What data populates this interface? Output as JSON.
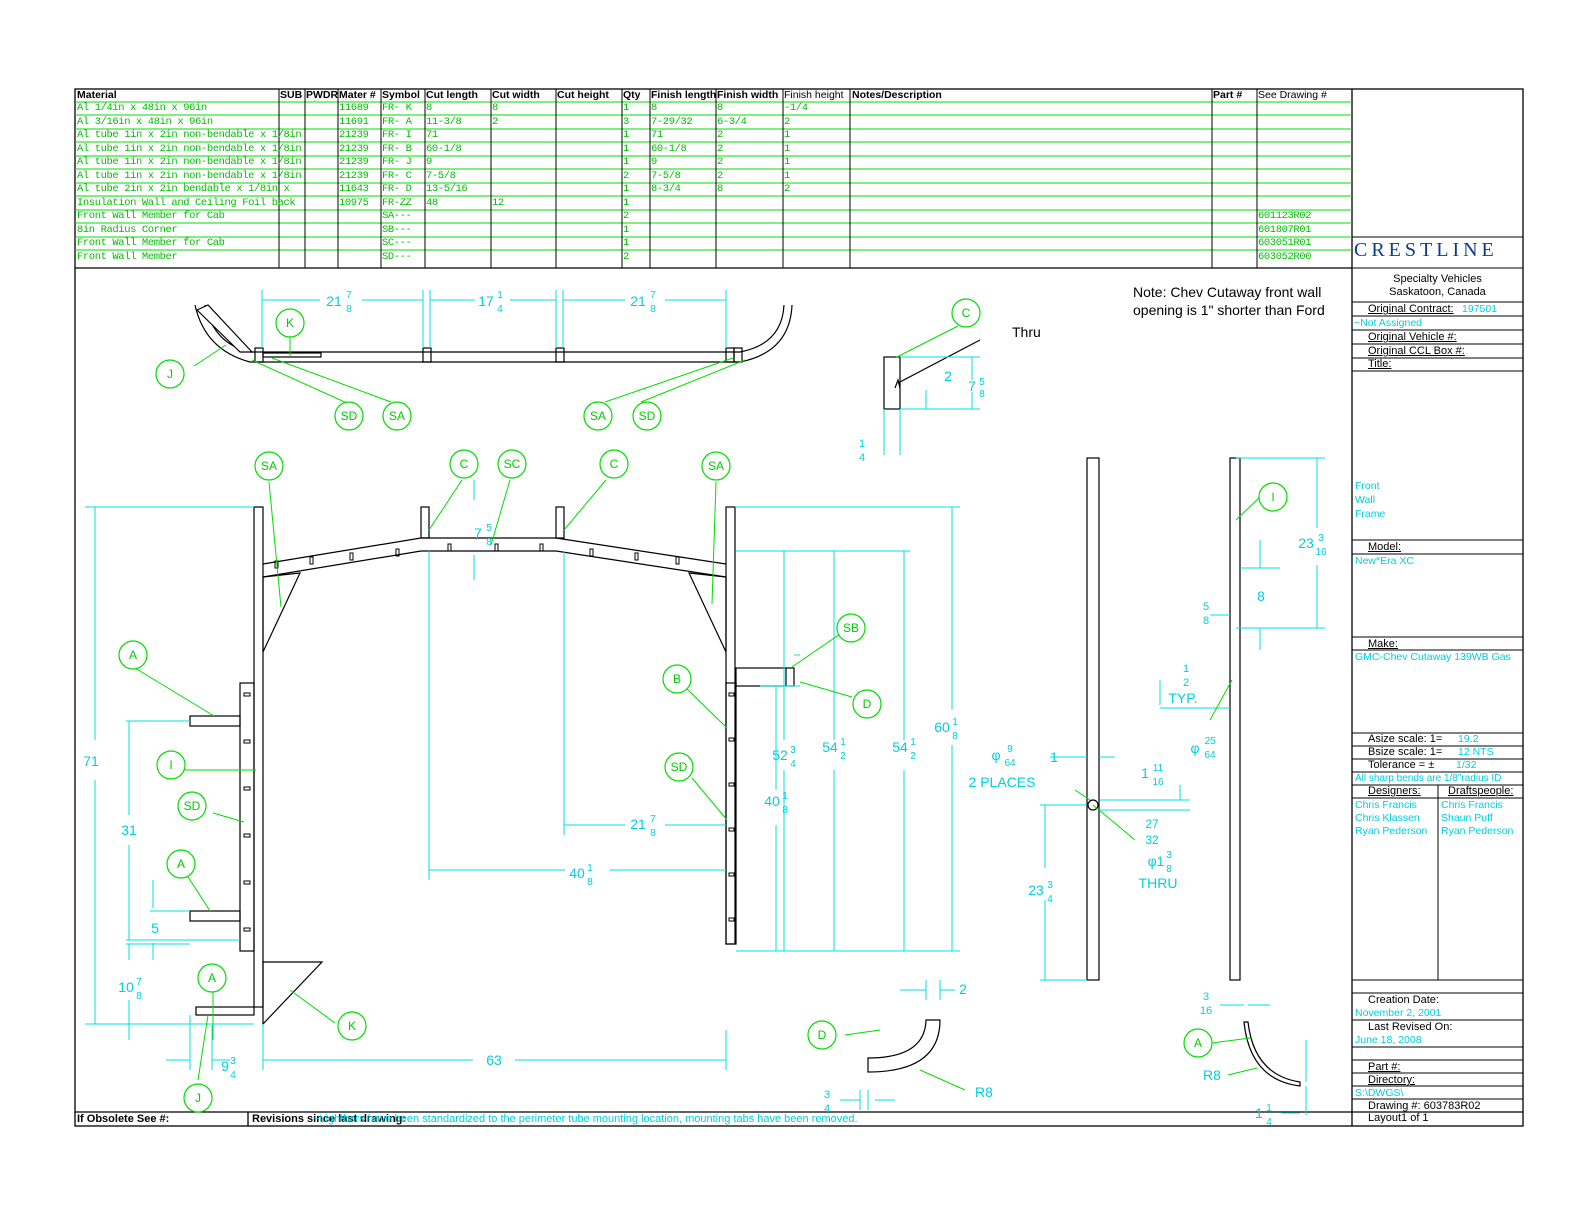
{
  "bom": {
    "headers": [
      {
        "key": "material",
        "label": "Material"
      },
      {
        "key": "sub",
        "label": "SUB"
      },
      {
        "key": "pwdr",
        "label": "PWDR"
      },
      {
        "key": "mater",
        "label": "Mater #"
      },
      {
        "key": "symbol",
        "label": "Symbol"
      },
      {
        "key": "cut_length",
        "label": "Cut length"
      },
      {
        "key": "cut_width",
        "label": "Cut width"
      },
      {
        "key": "cut_height",
        "label": "Cut height"
      },
      {
        "key": "qty",
        "label": "Qty"
      },
      {
        "key": "finish_length",
        "label": "Finish length"
      },
      {
        "key": "finish_width",
        "label": "Finish width"
      },
      {
        "key": "finish_height",
        "label": "Finish height"
      },
      {
        "key": "notes",
        "label": "Notes/Description"
      },
      {
        "key": "part",
        "label": "Part #"
      },
      {
        "key": "see_drawing",
        "label": "See Drawing #"
      }
    ],
    "rows": [
      {
        "material": "Al 1/4in x 48in x 96in",
        "sub": "",
        "pwdr": "",
        "mater": "11689",
        "symbol": "FR- K",
        "cut_length": "8",
        "cut_width": "8",
        "cut_height": "",
        "qty": "1",
        "finish_length": "8",
        "finish_width": "8",
        "finish_height": "-1/4",
        "notes": "",
        "part": "",
        "see_drawing": ""
      },
      {
        "material": "Al 3/16in x 48in x 96in",
        "sub": "",
        "pwdr": "",
        "mater": "11691",
        "symbol": "FR- A",
        "cut_length": "11-3/8",
        "cut_width": "2",
        "cut_height": "",
        "qty": "3",
        "finish_length": "7-29/32",
        "finish_width": "6-3/4",
        "finish_height": "2",
        "notes": "",
        "part": "",
        "see_drawing": ""
      },
      {
        "material": "Al tube 1in x 2in non-bendable x 1/8in",
        "sub": "",
        "pwdr": "",
        "mater": "21239",
        "symbol": "FR- I",
        "cut_length": "71",
        "cut_width": "",
        "cut_height": "",
        "qty": "1",
        "finish_length": "71",
        "finish_width": "2",
        "finish_height": "1",
        "notes": "",
        "part": "",
        "see_drawing": ""
      },
      {
        "material": "Al tube 1in x 2in non-bendable x 1/8in",
        "sub": "",
        "pwdr": "",
        "mater": "21239",
        "symbol": "FR- B",
        "cut_length": "60-1/8",
        "cut_width": "",
        "cut_height": "",
        "qty": "1",
        "finish_length": "60-1/8",
        "finish_width": "2",
        "finish_height": "1",
        "notes": "",
        "part": "",
        "see_drawing": ""
      },
      {
        "material": "Al tube 1in x 2in non-bendable x 1/8in",
        "sub": "",
        "pwdr": "",
        "mater": "21239",
        "symbol": "FR- J",
        "cut_length": "9",
        "cut_width": "",
        "cut_height": "",
        "qty": "1",
        "finish_length": "9",
        "finish_width": "2",
        "finish_height": "1",
        "notes": "",
        "part": "",
        "see_drawing": ""
      },
      {
        "material": "Al tube 1in x 2in non-bendable x 1/8in",
        "sub": "",
        "pwdr": "",
        "mater": "21239",
        "symbol": "FR- C",
        "cut_length": "7-5/8",
        "cut_width": "",
        "cut_height": "",
        "qty": "2",
        "finish_length": "7-5/8",
        "finish_width": "2",
        "finish_height": "1",
        "notes": "",
        "part": "",
        "see_drawing": ""
      },
      {
        "material": "Al tube 2in x 2in bendable x 1/8in x",
        "sub": "",
        "pwdr": "",
        "mater": "11643",
        "symbol": "FR- D",
        "cut_length": "13-5/16",
        "cut_width": "",
        "cut_height": "",
        "qty": "1",
        "finish_length": "8-3/4",
        "finish_width": "8",
        "finish_height": "2",
        "notes": "",
        "part": "",
        "see_drawing": ""
      },
      {
        "material": "Insulation Wall and Ceiling Foil back",
        "sub": "",
        "pwdr": "",
        "mater": "10975",
        "symbol": "FR-ZZ",
        "cut_length": "48",
        "cut_width": "12",
        "cut_height": "",
        "qty": "1",
        "finish_length": "",
        "finish_width": "",
        "finish_height": "",
        "notes": "",
        "part": "",
        "see_drawing": ""
      },
      {
        "material": "Front Wall Member for Cab",
        "sub": "",
        "pwdr": "",
        "mater": "",
        "symbol": "SA---",
        "cut_length": "",
        "cut_width": "",
        "cut_height": "",
        "qty": "2",
        "finish_length": "",
        "finish_width": "",
        "finish_height": "",
        "notes": "",
        "part": "",
        "see_drawing": "601123R02"
      },
      {
        "material": "8in Radius Corner",
        "sub": "",
        "pwdr": "",
        "mater": "",
        "symbol": "SB---",
        "cut_length": "",
        "cut_width": "",
        "cut_height": "",
        "qty": "1",
        "finish_length": "",
        "finish_width": "",
        "finish_height": "",
        "notes": "",
        "part": "",
        "see_drawing": "601807R01"
      },
      {
        "material": "Front Wall Member for Cab",
        "sub": "",
        "pwdr": "",
        "mater": "",
        "symbol": "SC---",
        "cut_length": "",
        "cut_width": "",
        "cut_height": "",
        "qty": "1",
        "finish_length": "",
        "finish_width": "",
        "finish_height": "",
        "notes": "",
        "part": "",
        "see_drawing": "603051R01"
      },
      {
        "material": "Front Wall Member",
        "sub": "",
        "pwdr": "",
        "mater": "",
        "symbol": "SD---",
        "cut_length": "",
        "cut_width": "",
        "cut_height": "",
        "qty": "2",
        "finish_length": "",
        "finish_width": "",
        "finish_height": "",
        "notes": "",
        "part": "",
        "see_drawing": "603052R00"
      }
    ]
  },
  "title_block": {
    "logo": "CRESTLINE",
    "company_line1": "Specialty Vehicles",
    "company_line2": "Saskatoon, Canada",
    "original_contract_label": "Original Contract:",
    "original_contract_value": "197501",
    "not_assigned": "~Not Assigned",
    "original_vehicle_label": "Original Vehicle #:",
    "original_ccl_box_label": "Original CCL Box #:",
    "title_label": "Title:",
    "title_lines": [
      "Front",
      "Wall",
      "Frame"
    ],
    "model_label": "Model:",
    "model_value": "New*Era XC",
    "make_label": "Make:",
    "make_value": "GMC-Chev Cutaway 139WB Gas",
    "asize_label": "Asize scale:  1=",
    "asize_value": "19.2",
    "bsize_label": "Bsize scale:  1=",
    "bsize_value": "12 NTS",
    "tolerance_label": "Tolerance = ±",
    "tolerance_value": "1/32",
    "bends_note": "All sharp bends are 1/8\"radius ID",
    "designers_label": "Designers:",
    "draftspeople_label": "Draftspeople:",
    "designers": [
      "Chris Francis",
      "Chris Klassen",
      "Ryan Pederson"
    ],
    "draftspeople": [
      "Chris Francis",
      "Shaun Puff",
      "Ryan Pederson"
    ],
    "creation_date_label": "Creation Date:",
    "creation_date_value": "November 2, 2001",
    "last_revised_label": "Last Revised On:",
    "last_revised_value": "June 18, 2008",
    "part_label": "Part #:",
    "directory_label": "Directory:",
    "directory_value": "S:\\DWGS\\",
    "drawing_number": "Drawing #: 603783R02",
    "layout": "Layout1 of 1"
  },
  "footer": {
    "obsolete_label": "If Obsolete See #:",
    "revisions_label": "Revisions since last drawing:",
    "revisions_text": "~Lightbars have been standardized to the perimeter tube mounting location, mounting tabs have been removed."
  },
  "drawing": {
    "note_line1": "Note: Chev Cutaway front wall",
    "note_line2": "opening is 1\" shorter than Ford",
    "callouts": {
      "A": "A",
      "B": "B",
      "C": "C",
      "D": "D",
      "I": "I",
      "J": "J",
      "K": "K",
      "SA": "SA",
      "SB": "SB",
      "SC": "SC",
      "SD": "SD"
    },
    "labels": {
      "thru": "Thru",
      "typ": "TYP.",
      "two_places": "2 PLACES",
      "thru_caps": "THRU",
      "r8": "R8",
      "dim_71": "71",
      "dim_31": "31",
      "dim_5": "5",
      "dim_63": "63",
      "dim_8": "8",
      "dim_1": "1",
      "dim_2": "2",
      "dim_2b": "2",
      "dim_21": "21",
      "dim_17": "17",
      "dim_40": "40",
      "dim_52": "52",
      "dim_54": "54",
      "dim_60": "60",
      "dim_10": "10",
      "dim_9": "9",
      "dim_23": "23",
      "dim_7": "7",
      "dim_phi1": "φ1",
      "dim_phi": "φ",
      "n1": "1",
      "n2": "2",
      "n3": "3",
      "n4": "4",
      "n5": "5",
      "n7": "7",
      "n8": "8",
      "n9": "9",
      "n11": "11",
      "n16": "16",
      "n25": "25",
      "n27": "27",
      "n32": "32",
      "n64": "64"
    }
  }
}
